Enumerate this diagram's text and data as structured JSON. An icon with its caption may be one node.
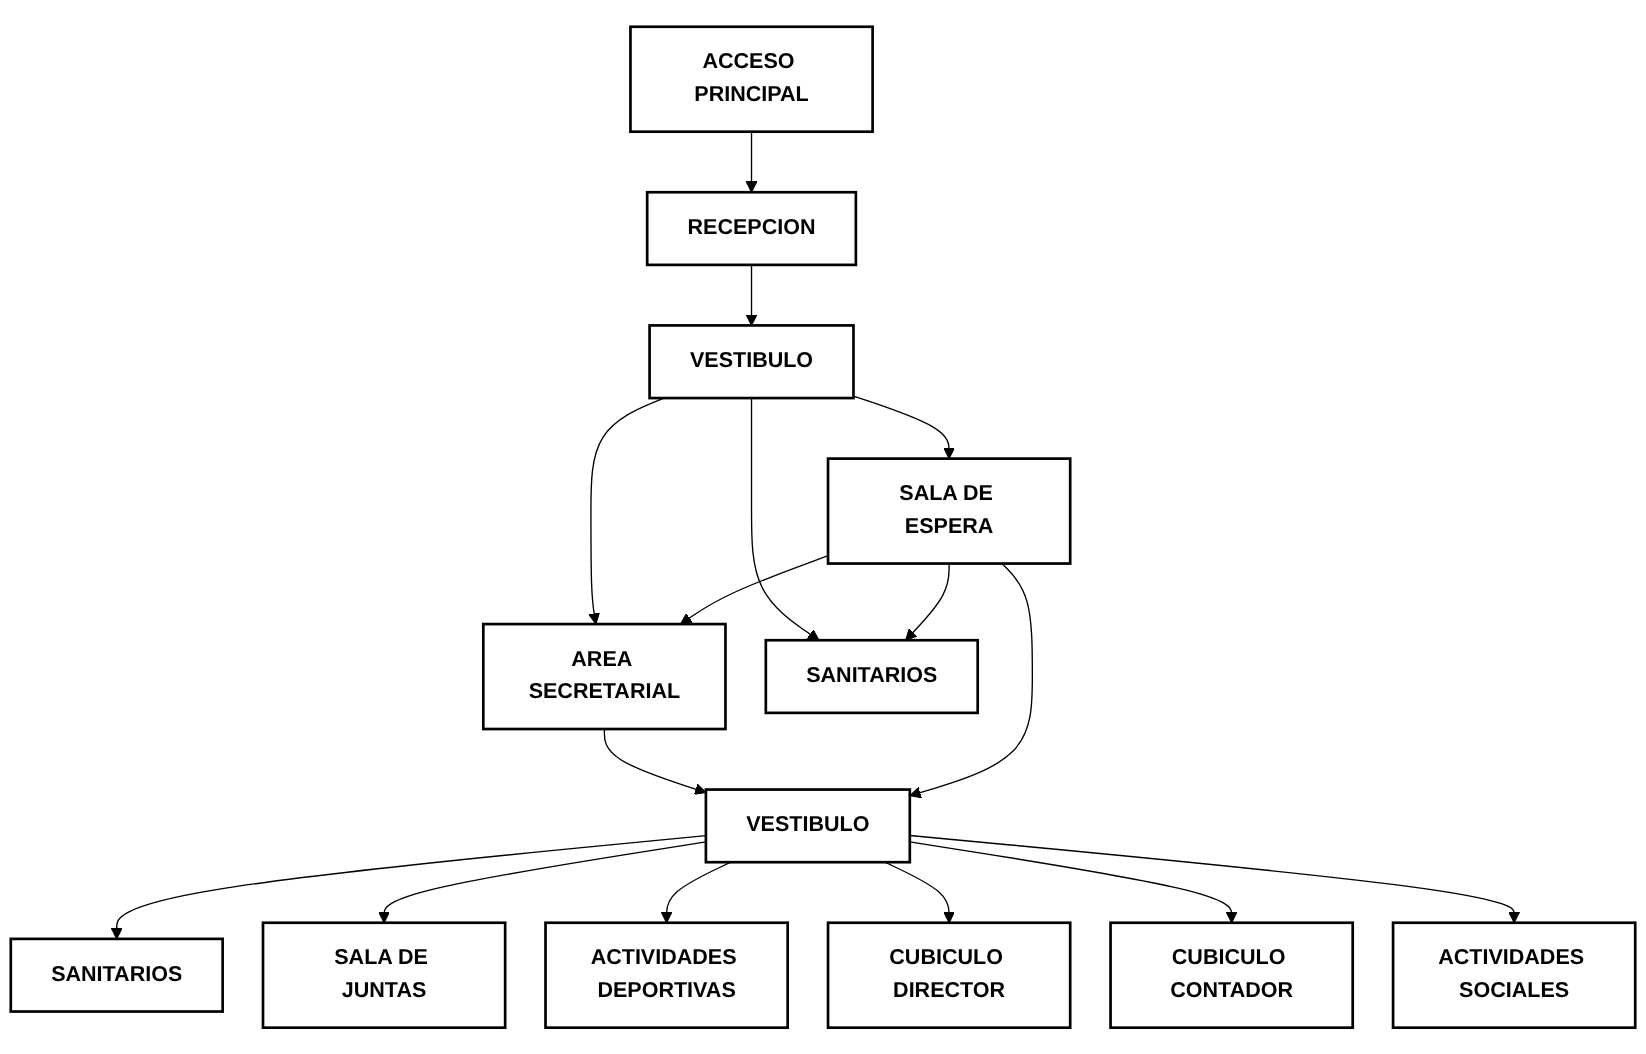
{
  "diagram": {
    "nodes": [
      {
        "text": [
          "ACCESO PRINCIPAL"
        ]
      },
      {
        "text": [
          "RECEPCION"
        ]
      },
      {
        "text": [
          "VESTIBULO"
        ]
      },
      {
        "text": [
          "AREA SECRETARIAL"
        ]
      },
      {
        "text": [
          "SALA DE ESPERA"
        ]
      },
      {
        "text": [
          "SANITARIOS"
        ]
      },
      {
        "text": [
          "SANITARIOS"
        ]
      },
      {
        "text": [
          "VESTIBULO"
        ]
      },
      {
        "text": [
          "SALA DE JUNTAS"
        ]
      },
      {
        "text": [
          "ACTIVIDADES DEPORTIVAS"
        ]
      },
      {
        "text": [
          "CUBICULO DIRECTOR"
        ]
      },
      {
        "text": [
          "CUBICULO CONTADOR"
        ]
      },
      {
        "text": [
          "ACTIVIDADES SOCIALES"
        ]
      }
    ],
    "edges": [
      {
        "from": 0,
        "to": 1,
        "arrow": "to"
      },
      {
        "from": 1,
        "to": 2,
        "arrow": "to"
      },
      {
        "from": 2,
        "to": 3,
        "arrow": "to"
      },
      {
        "from": 2,
        "to": 4,
        "arrow": "to"
      },
      {
        "from": 2,
        "to": 5,
        "arrow": "to"
      },
      {
        "from": 4,
        "to": 3,
        "arrow": "to"
      },
      {
        "from": 4,
        "to": 5,
        "arrow": "to"
      },
      {
        "from": 3,
        "to": 7,
        "arrow": "to"
      },
      {
        "from": 4,
        "to": 7,
        "arrow": "to"
      },
      {
        "from": 7,
        "to": 6,
        "arrow": "to"
      },
      {
        "from": 7,
        "to": 8,
        "arrow": "to"
      },
      {
        "from": 7,
        "to": 9,
        "arrow": "to"
      },
      {
        "from": 7,
        "to": 10,
        "arrow": "to"
      },
      {
        "from": 7,
        "to": 11,
        "arrow": "to"
      },
      {
        "from": 7,
        "to": 12,
        "arrow": "to"
      }
    ]
  }
}
